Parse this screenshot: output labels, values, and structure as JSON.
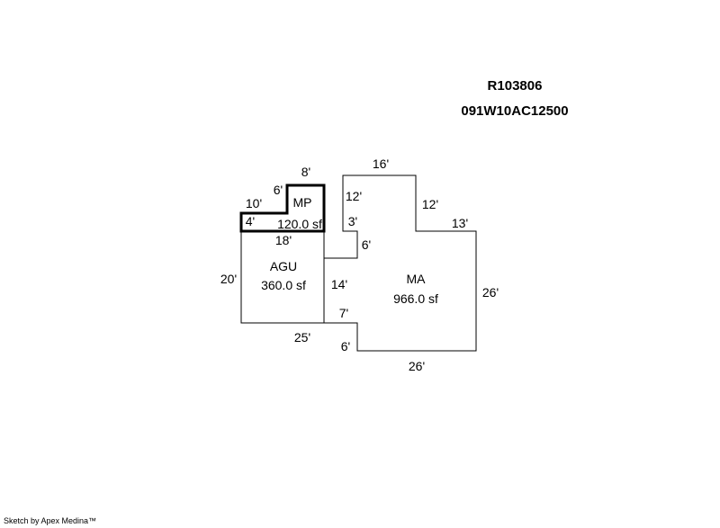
{
  "header": {
    "parcel_id": "R103806",
    "map_number": "091W10AC12500"
  },
  "footer": {
    "credit": "Sketch by Apex Medina™"
  },
  "areas": {
    "mp": {
      "name": "MP",
      "size": "120.0 sf"
    },
    "agu": {
      "name": "AGU",
      "size": "360.0 sf"
    },
    "ma": {
      "name": "MA",
      "size": "966.0 sf"
    }
  },
  "dimensions": {
    "mp_top": "8'",
    "mp_left_upper": "6'",
    "mp_step_top": "10'",
    "mp_step_side": "4'",
    "agu_top": "18'",
    "agu_left": "20'",
    "agu_bottom": "25'",
    "ma_top": "16'",
    "ma_left_upper": "12'",
    "ma_left_step": "3'",
    "ma_notch": "6'",
    "ma_left_mid": "14'",
    "ma_notch_lower": "7'",
    "ma_bottom_step": "6'",
    "ma_right_upper": "12'",
    "ma_right_step": "13'",
    "ma_right": "26'",
    "ma_bottom": "26'"
  }
}
